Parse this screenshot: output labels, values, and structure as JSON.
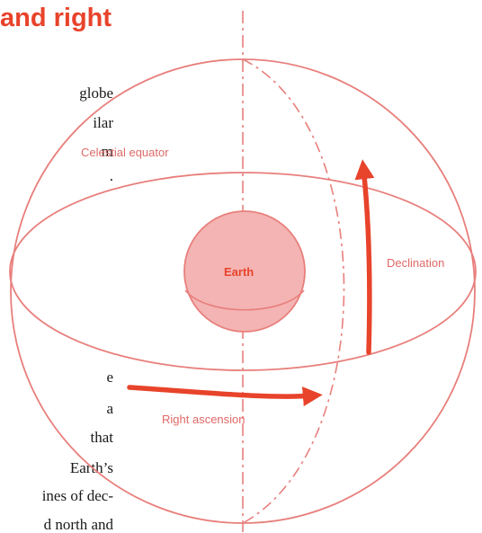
{
  "page": {
    "heading": "and right",
    "body_lines": [
      "globe",
      "ilar",
      "m",
      ".",
      "e",
      "a",
      "that",
      "Earth’s",
      "ines of dec-",
      "d  north  and"
    ]
  },
  "diagram": {
    "labels": {
      "celestial_equator": "Celestial equator",
      "earth": "Earth",
      "declination": "Declination",
      "right_ascension": "Right ascension"
    },
    "colors": {
      "line": "#e87f7c",
      "arrow": "#e8432b",
      "earth_fill": "#f3b4b3",
      "label": "#de6a67",
      "earth_label": "#e8432b",
      "heading": "#e8432b"
    }
  }
}
